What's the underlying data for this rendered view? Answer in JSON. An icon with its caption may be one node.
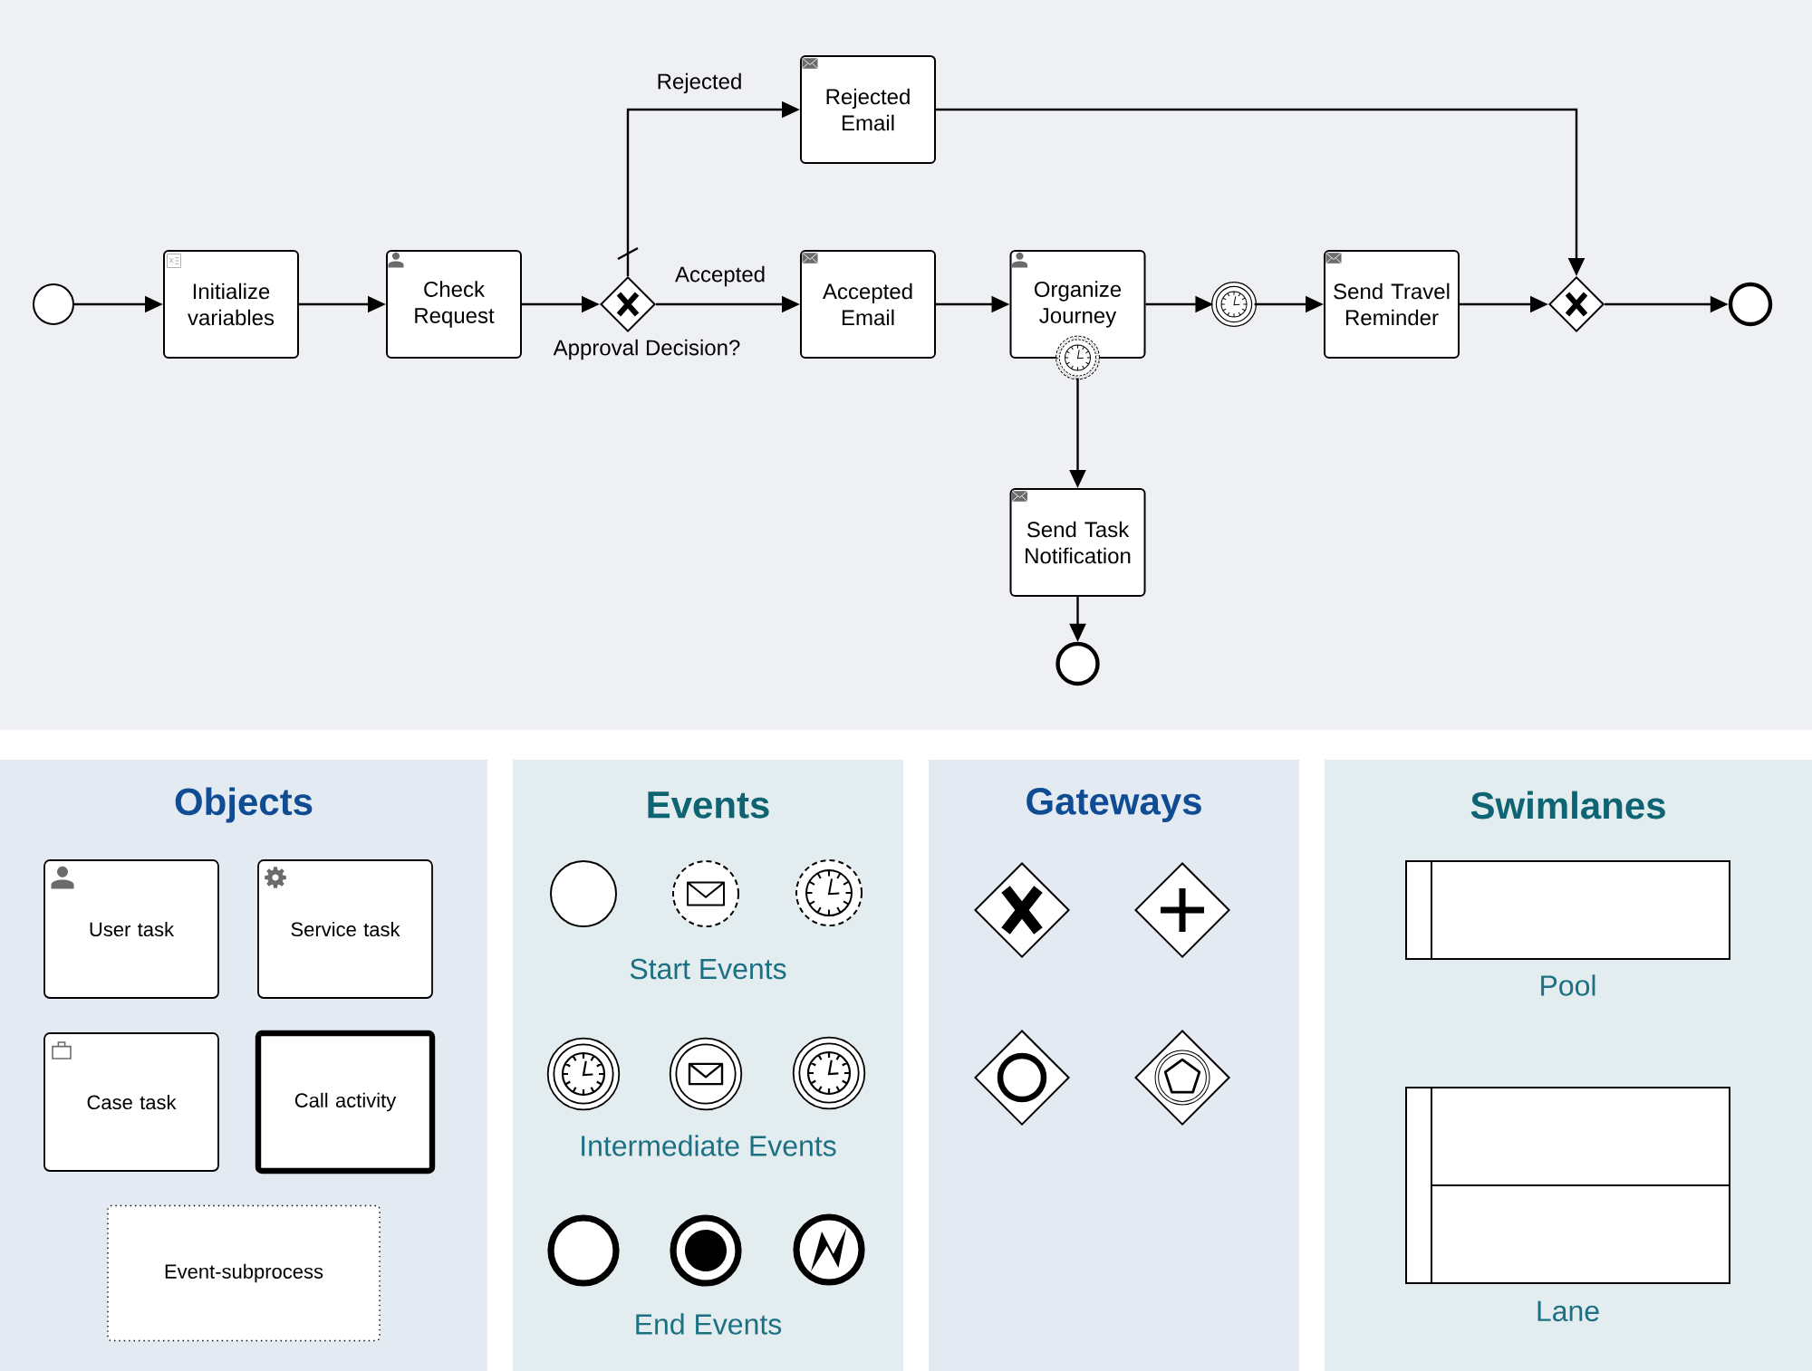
{
  "diagram": {
    "nodes": [
      {
        "text": [],
        "shape": "circle"
      },
      {
        "text": [
          "Initialize variables"
        ]
      },
      {
        "text": [
          "Check Request"
        ]
      },
      {
        "text": [],
        "shape": "diamond",
        "beside": [
          "Approval Decision?"
        ]
      },
      {
        "text": [
          "Rejected Email"
        ]
      },
      {
        "text": [
          "Accepted Email"
        ]
      },
      {
        "text": [
          "Organize Journey"
        ]
      },
      {
        "text": [],
        "shape": "circle"
      },
      {
        "text": [],
        "shape": "circle"
      },
      {
        "text": [
          "Send Travel Reminder"
        ]
      },
      {
        "text": [],
        "shape": "diamond"
      },
      {
        "text": [],
        "shape": "circle"
      },
      {
        "text": [
          "Send Task Notification"
        ]
      },
      {
        "text": [],
        "shape": "circle"
      },
      {
        "text": [
          "Objects"
        ]
      },
      {
        "text": [
          "User task"
        ],
        "in": 14
      },
      {
        "text": [
          "Service task"
        ],
        "in": 14
      },
      {
        "text": [
          "Case task"
        ],
        "in": 14
      },
      {
        "text": [
          "Call activity"
        ],
        "in": 14
      },
      {
        "text": [
          "Event-subprocess"
        ],
        "in": 14
      },
      {
        "text": [
          "Events",
          "Start Events",
          "Intermediate Events",
          "End Events"
        ]
      },
      {
        "text": [],
        "shape": "circle",
        "in": 20
      },
      {
        "text": [],
        "shape": "circle",
        "in": 20
      },
      {
        "text": [],
        "shape": "circle",
        "in": 20
      },
      {
        "text": [],
        "shape": "circle",
        "in": 20
      },
      {
        "text": [],
        "shape": "circle",
        "in": 20
      },
      {
        "text": [],
        "shape": "circle",
        "in": 20
      },
      {
        "text": [],
        "shape": "circle",
        "in": 20
      },
      {
        "text": [],
        "shape": "circle",
        "in": 20
      },
      {
        "text": [],
        "shape": "circle",
        "in": 20
      },
      {
        "text": [
          "Gateways"
        ]
      },
      {
        "text": [],
        "shape": "diamond",
        "in": 30
      },
      {
        "text": [],
        "shape": "diamond",
        "in": 30
      },
      {
        "text": [],
        "shape": "diamond",
        "in": 30
      },
      {
        "text": [],
        "shape": "diamond",
        "in": 30
      },
      {
        "text": [
          "Swimlanes"
        ]
      },
      {
        "text": [],
        "shape": "box",
        "in": 35,
        "beside": [
          "Pool"
        ]
      },
      {
        "text": [],
        "shape": "box",
        "in": 35,
        "beside": [
          "Lane"
        ]
      }
    ],
    "edges": [
      {
        "from": 0,
        "to": 1,
        "arrow": "to"
      },
      {
        "from": 1,
        "to": 2,
        "arrow": "to"
      },
      {
        "from": 2,
        "to": 3,
        "arrow": "to"
      },
      {
        "from": 3,
        "to": 4,
        "arrow": "to",
        "label": "Rejected"
      },
      {
        "from": 3,
        "to": 5,
        "arrow": "to",
        "label": "Accepted"
      },
      {
        "from": 5,
        "to": 6,
        "arrow": "to"
      },
      {
        "from": 6,
        "to": 8,
        "arrow": "to"
      },
      {
        "from": 8,
        "to": 9,
        "arrow": "to"
      },
      {
        "from": 9,
        "to": 10,
        "arrow": "to"
      },
      {
        "from": 4,
        "to": 10,
        "arrow": "to"
      },
      {
        "from": 10,
        "to": 11,
        "arrow": "to"
      },
      {
        "from": 7,
        "to": 12,
        "arrow": "to"
      },
      {
        "from": 12,
        "to": 13,
        "arrow": "to"
      }
    ]
  }
}
